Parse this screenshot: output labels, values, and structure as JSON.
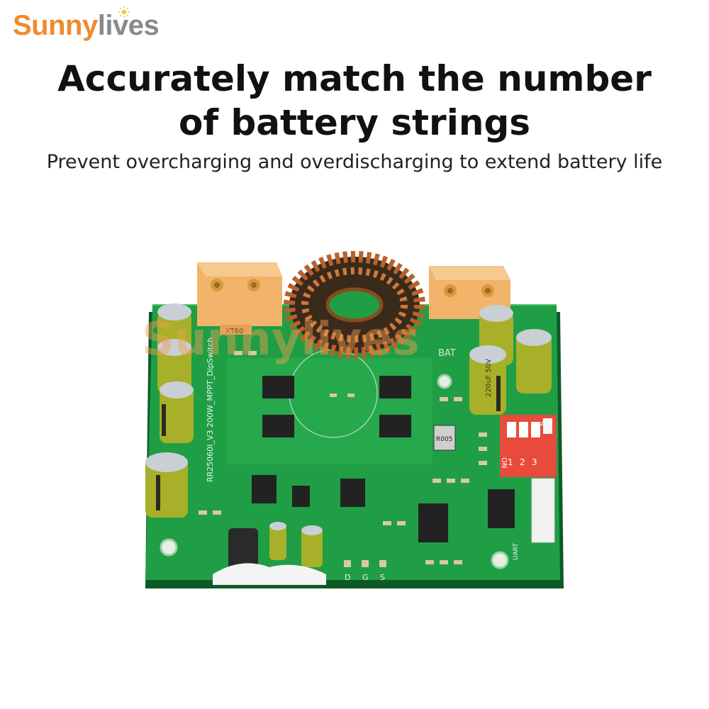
{
  "brand": {
    "part1": "Sunny",
    "part2": "lives",
    "accent": "#f08a2e",
    "muted": "#8a8a8a"
  },
  "headline": {
    "line1": "Accurately match the number",
    "line2": "of battery strings"
  },
  "subheadline": "Prevent overcharging and overdischarging to extend battery life",
  "board": {
    "silkscreen_text": "RR25060I_V3 200W_MPPT_DipSwitch",
    "connector_label": "XT60",
    "output_label": "BAT",
    "dip_switch_numbers": [
      "1",
      "2",
      "3",
      "4"
    ],
    "dip_switch_on_label": "ON",
    "inductor_label": "R005",
    "cap_label": "220uF 50V",
    "pad_labels": [
      "D",
      "G",
      "S"
    ],
    "uart_label": "UART",
    "watermark": "Sunnylives",
    "colors": {
      "pcb": "#1f9e46",
      "connector": "#f2b36b",
      "copper": "#b8612a",
      "dip": "#e84a3c"
    }
  }
}
